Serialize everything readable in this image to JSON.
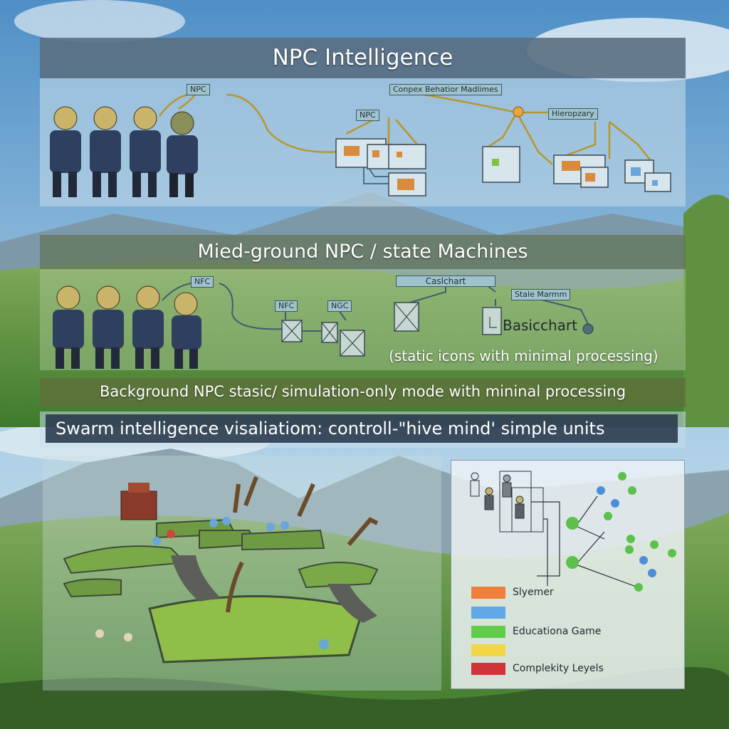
{
  "top_panel": {
    "title": "NPC Intelligence",
    "labels": {
      "npc_a": "NPC",
      "complex_behavior": "Conpex Behatior Madlimes",
      "npc_b": "NPC",
      "hierarchy": "Hieropzary"
    }
  },
  "mid_panel": {
    "title": "Mied-ground NPC / state Machines",
    "labels": {
      "npc_a": "NFC",
      "npc_b": "NFC",
      "npc_c": "NGC",
      "caslchart": "Caslchart",
      "state_machine": "Stale Marmm",
      "basicchart": "Basicchart",
      "note": "(static icons with minimal processing)"
    }
  },
  "banners": {
    "background": "Background NPC stasic/ simulation-only mode with mininal processing",
    "swarm": "Swarm intelligence visaliatiom: controll-\"hive mind' simple units"
  },
  "legend": {
    "items": [
      {
        "label": "Slyemer",
        "color": "#f07f3c"
      },
      {
        "label": "",
        "color": "#62a7e6"
      },
      {
        "label": "Educationa Game",
        "color": "#62cc4a"
      },
      {
        "label": "",
        "color": "#f3d548"
      },
      {
        "label": "Complekity Leyels",
        "color": "#d2323a"
      }
    ]
  }
}
